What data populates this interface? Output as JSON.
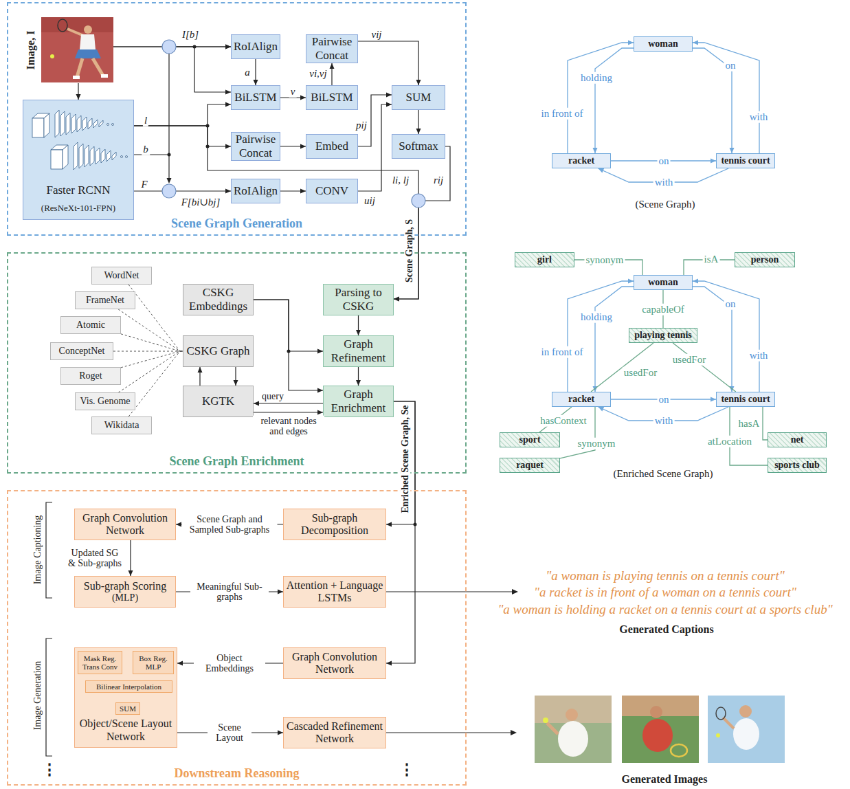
{
  "diagram": {
    "nodes": [
      {
        "text": [
          "Scene Graph Generation"
        ]
      },
      {
        "text": [
          "Image, I"
        ],
        "in": 0
      },
      {
        "text": [
          "Faster RCNN",
          "(ResNeXt-101-FPN)"
        ],
        "in": 0
      },
      {
        "text": [
          "RoIAlign"
        ],
        "in": 0
      },
      {
        "text": [
          "BiLSTM"
        ],
        "in": 0
      },
      {
        "text": [
          "Pairwise Concat"
        ],
        "in": 0
      },
      {
        "text": [
          "BiLSTM"
        ],
        "in": 0
      },
      {
        "text": [
          "SUM"
        ],
        "in": 0
      },
      {
        "text": [
          "Pairwise Concat"
        ],
        "in": 0
      },
      {
        "text": [
          "Embed"
        ],
        "in": 0
      },
      {
        "text": [
          "Softmax"
        ],
        "in": 0
      },
      {
        "text": [
          "RoIAlign"
        ],
        "in": 0
      },
      {
        "text": [
          "CONV"
        ],
        "in": 0
      },
      {
        "text": [
          "Scene Graph Enrichment"
        ]
      },
      {
        "text": [
          "WordNet"
        ],
        "in": 13
      },
      {
        "text": [
          "FrameNet"
        ],
        "in": 13
      },
      {
        "text": [
          "Atomic"
        ],
        "in": 13
      },
      {
        "text": [
          "ConceptNet"
        ],
        "in": 13
      },
      {
        "text": [
          "Roget"
        ],
        "in": 13
      },
      {
        "text": [
          "Vis. Genome"
        ],
        "in": 13
      },
      {
        "text": [
          "Wikidata"
        ],
        "in": 13
      },
      {
        "text": [
          "CSKG Embeddings"
        ],
        "in": 13
      },
      {
        "text": [
          "Parsing to CSKG"
        ],
        "in": 13
      },
      {
        "text": [
          "CSKG Graph"
        ],
        "in": 13
      },
      {
        "text": [
          "Graph Refinement"
        ],
        "in": 13
      },
      {
        "text": [
          "KGTK"
        ],
        "in": 13
      },
      {
        "text": [
          "Graph Enrichment"
        ],
        "in": 13
      },
      {
        "text": [
          "Downstream Reasoning"
        ]
      },
      {
        "text": [
          "Graph Convolution Network"
        ],
        "in": 27
      },
      {
        "text": [
          "Sub-graph Decomposition"
        ],
        "in": 27
      },
      {
        "text": [
          "Sub-graph Scoring",
          "(MLP)"
        ],
        "in": 27
      },
      {
        "text": [
          "Attention + Language LSTMs"
        ],
        "in": 27
      },
      {
        "text": [
          "Object/Scene Layout Network"
        ],
        "in": 27
      },
      {
        "text": [
          "Mask Reg. Trans Conv"
        ],
        "in": 32
      },
      {
        "text": [
          "Box Reg. MLP"
        ],
        "in": 32
      },
      {
        "text": [
          "Bilinear Interpolation"
        ],
        "in": 32
      },
      {
        "text": [
          "SUM"
        ],
        "in": 32
      },
      {
        "text": [
          "Graph Convolution Network"
        ],
        "in": 27
      },
      {
        "text": [
          "Cascaded Refinement Network"
        ],
        "in": 27
      },
      {
        "text": [
          "woman"
        ]
      },
      {
        "text": [
          "racket"
        ]
      },
      {
        "text": [
          "tennis court"
        ]
      },
      {
        "text": [
          "girl"
        ]
      },
      {
        "text": [
          "person"
        ]
      },
      {
        "text": [
          "woman"
        ]
      },
      {
        "text": [
          "playing tennis"
        ]
      },
      {
        "text": [
          "racket"
        ]
      },
      {
        "text": [
          "tennis court"
        ]
      },
      {
        "text": [
          "sport"
        ]
      },
      {
        "text": [
          "raquet"
        ]
      },
      {
        "text": [
          "net"
        ]
      },
      {
        "text": [
          "sports club"
        ]
      }
    ],
    "edges": [
      {
        "from": 1,
        "to": 2,
        "arrow": "to"
      },
      {
        "from": 1,
        "to": 3,
        "arrow": "to",
        "label": "I[b]"
      },
      {
        "from": 1,
        "to": 4,
        "arrow": "to"
      },
      {
        "from": 2,
        "to": 3,
        "arrow": "to",
        "label": "b"
      },
      {
        "from": 2,
        "to": 4,
        "arrow": "to",
        "label": "l"
      },
      {
        "from": 2,
        "to": 8,
        "arrow": "to"
      },
      {
        "from": 2,
        "to": 11,
        "arrow": "to",
        "label": "F"
      },
      {
        "from": 2,
        "to": 22,
        "arrow": "to"
      },
      {
        "from": 3,
        "to": 4,
        "arrow": "to",
        "label": "a"
      },
      {
        "from": 4,
        "to": 6,
        "arrow": "to",
        "label": "v"
      },
      {
        "from": 6,
        "to": 5,
        "arrow": "to",
        "label": "vi,vj"
      },
      {
        "from": 5,
        "to": 7,
        "arrow": "to",
        "label": "vij"
      },
      {
        "from": 8,
        "to": 9,
        "arrow": "to"
      },
      {
        "from": 9,
        "to": 7,
        "arrow": "to",
        "label": "pij"
      },
      {
        "from": 11,
        "to": 12,
        "arrow": "to"
      },
      {
        "from": 12,
        "to": 7,
        "arrow": "to",
        "label": "uij"
      },
      {
        "from": 7,
        "to": 10,
        "arrow": "to"
      },
      {
        "from": 10,
        "to": 22,
        "arrow": "to",
        "label": "Scene Graph, S"
      },
      {
        "from": 14,
        "to": 23,
        "arrow": "none"
      },
      {
        "from": 15,
        "to": 23,
        "arrow": "none"
      },
      {
        "from": 16,
        "to": 23,
        "arrow": "none"
      },
      {
        "from": 17,
        "to": 23,
        "arrow": "none"
      },
      {
        "from": 18,
        "to": 23,
        "arrow": "none"
      },
      {
        "from": 19,
        "to": 23,
        "arrow": "none"
      },
      {
        "from": 20,
        "to": 23,
        "arrow": "none"
      },
      {
        "from": 23,
        "to": 25,
        "arrow": "to"
      },
      {
        "from": 25,
        "to": 23,
        "arrow": "to"
      },
      {
        "from": 22,
        "to": 24,
        "arrow": "to"
      },
      {
        "from": 21,
        "to": 24,
        "arrow": "to"
      },
      {
        "from": 21,
        "to": 26,
        "arrow": "to"
      },
      {
        "from": 24,
        "to": 26,
        "arrow": "to"
      },
      {
        "from": 26,
        "to": 25,
        "arrow": "to",
        "label": "query"
      },
      {
        "from": 25,
        "to": 26,
        "arrow": "to",
        "label": "relevant nodes and edges"
      },
      {
        "from": 26,
        "to": 29,
        "arrow": "to",
        "label": "Enriched Scene Graph, Se"
      },
      {
        "from": 26,
        "to": 37,
        "arrow": "to"
      },
      {
        "from": 29,
        "to": 28,
        "arrow": "to",
        "label": "Scene Graph and Sampled Sub-graphs"
      },
      {
        "from": 28,
        "to": 30,
        "arrow": "to",
        "label": "Updated SG & Sub-graphs"
      },
      {
        "from": 30,
        "to": 31,
        "arrow": "to",
        "label": "Meaningful Sub-graphs"
      },
      {
        "from": 37,
        "to": 32,
        "arrow": "to",
        "label": "Object Embeddings"
      },
      {
        "from": 32,
        "to": 38,
        "arrow": "to",
        "label": "Scene Layout"
      },
      {
        "from": 33,
        "to": 35,
        "arrow": "to"
      },
      {
        "from": 34,
        "to": 35,
        "arrow": "to"
      },
      {
        "from": 35,
        "to": 36,
        "arrow": "to"
      },
      {
        "from": 40,
        "to": 39,
        "arrow": "to",
        "label": "in front of"
      },
      {
        "from": 39,
        "to": 40,
        "arrow": "to",
        "label": "holding"
      },
      {
        "from": 39,
        "to": 41,
        "arrow": "to",
        "label": "on"
      },
      {
        "from": 41,
        "to": 39,
        "arrow": "to",
        "label": "with"
      },
      {
        "from": 40,
        "to": 41,
        "arrow": "to",
        "label": "on"
      },
      {
        "from": 41,
        "to": 40,
        "arrow": "to",
        "label": "with"
      },
      {
        "from": 42,
        "to": 44,
        "arrow": "none",
        "label": "synonym"
      },
      {
        "from": 44,
        "to": 43,
        "arrow": "none",
        "label": "isA"
      },
      {
        "from": 44,
        "to": 45,
        "arrow": "none",
        "label": "capableOf"
      },
      {
        "from": 46,
        "to": 44,
        "arrow": "to",
        "label": "in front of"
      },
      {
        "from": 44,
        "to": 46,
        "arrow": "to",
        "label": "holding"
      },
      {
        "from": 44,
        "to": 47,
        "arrow": "to",
        "label": "on"
      },
      {
        "from": 47,
        "to": 44,
        "arrow": "to",
        "label": "with"
      },
      {
        "from": 46,
        "to": 47,
        "arrow": "to",
        "label": "on"
      },
      {
        "from": 47,
        "to": 46,
        "arrow": "to",
        "label": "with"
      },
      {
        "from": 45,
        "to": 46,
        "arrow": "none",
        "label": "usedFor"
      },
      {
        "from": 45,
        "to": 47,
        "arrow": "none",
        "label": "usedFor"
      },
      {
        "from": 46,
        "to": 48,
        "arrow": "none",
        "label": "hasContext"
      },
      {
        "from": 46,
        "to": 49,
        "arrow": "none",
        "label": "synonym"
      },
      {
        "from": 47,
        "to": 50,
        "arrow": "none",
        "label": "hasA"
      },
      {
        "from": 47,
        "to": 51,
        "arrow": "none",
        "label": "atLocation"
      }
    ],
    "labels": [
      "Image Captioning",
      "Image Generation",
      "⋮",
      "⋮",
      "F[bi∪bj]",
      "li, lj",
      "rij",
      "(Scene Graph)",
      "(Enriched Scene Graph)",
      "\"a woman is playing tennis on a tennis court\"",
      "\"a racket is in front of a woman on a tennis court\"",
      "\"a woman is holding a racket on a tennis court at a sports club\"",
      "Generated Captions",
      "Generated Images"
    ]
  }
}
